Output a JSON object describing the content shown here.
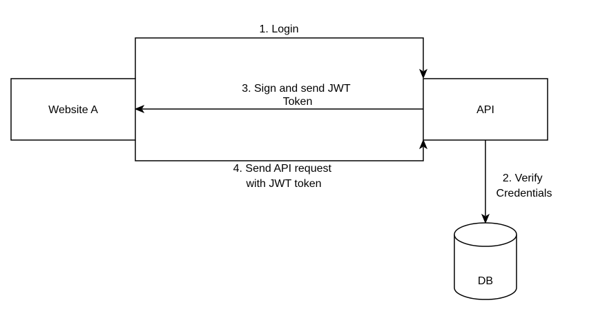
{
  "diagram": {
    "nodes": {
      "website": {
        "label": "Website A",
        "shape": "rectangle"
      },
      "api": {
        "label": "API",
        "shape": "rectangle"
      },
      "db": {
        "label": "DB",
        "shape": "cylinder"
      }
    },
    "edges": {
      "login": {
        "from": "Website A",
        "to": "API",
        "label_lines": [
          "1. Login"
        ]
      },
      "verify": {
        "from": "API",
        "to": "DB",
        "label_lines": [
          "2. Verify",
          "Credentials"
        ]
      },
      "jwt": {
        "from": "API",
        "to": "Website A",
        "label_lines": [
          "3. Sign and send JWT",
          "Token"
        ]
      },
      "request": {
        "from": "Website A",
        "to": "API",
        "label_lines": [
          "4. Send API request",
          "with JWT token"
        ]
      }
    },
    "colors": {
      "stroke": "#000000",
      "fill": "#ffffff",
      "text": "#000000"
    }
  }
}
